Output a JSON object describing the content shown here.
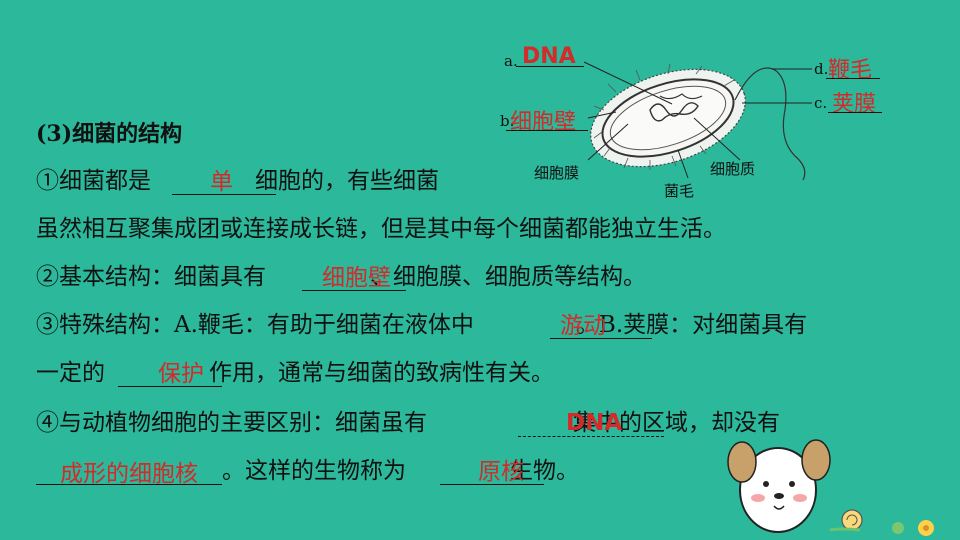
{
  "heading": "(3)细菌的结构",
  "diagram": {
    "label_a": "a.",
    "label_b": "b.",
    "label_c": "c.",
    "label_d": "d.",
    "ans_a": "DNA",
    "ans_b": "细胞壁",
    "ans_c": "荚膜",
    "ans_d": "鞭毛",
    "membrane": "细胞膜",
    "cytoplasm": "细胞质",
    "pili": "菌毛"
  },
  "line1": {
    "pre": "①细菌都是",
    "answer": "单",
    "post": "细胞的，有些细菌"
  },
  "line2": {
    "text": "虽然相互聚集成团或连接成长链，但是其中每个细菌都能独立生活。"
  },
  "line3": {
    "pre": "②基本结构：细菌具有",
    "answer": "细胞壁",
    "post": "、细胞膜、细胞质等结构。"
  },
  "line4": {
    "pre": "③特殊结构：A.鞭毛：有助于细菌在液体中",
    "answer": "游动",
    "post": "。B.荚膜：对细菌具有"
  },
  "line5": {
    "pre": "一定的",
    "answer": "保护",
    "post": "作用，通常与细菌的致病性有关。"
  },
  "line6": {
    "pre": "④与动植物细胞的主要区别：细菌虽有",
    "answer": "DNA",
    "post": "集中的区域，却没有"
  },
  "line7": {
    "answer1": "成形的细胞核",
    "mid": "。这样的生物称为",
    "answer2": "原核",
    "post": "生物。"
  },
  "colors": {
    "background": "#2bb89b",
    "answer": "#d42a2a"
  }
}
